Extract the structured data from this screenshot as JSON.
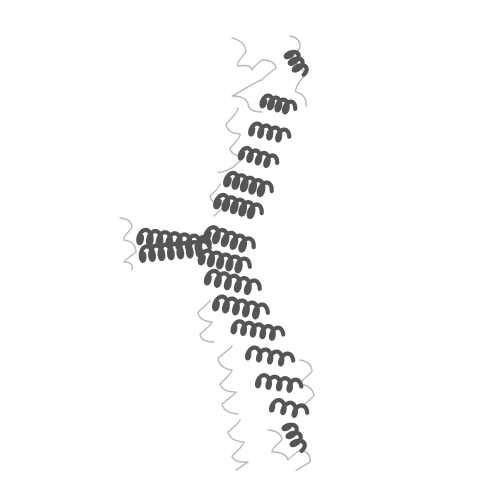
{
  "image": {
    "kind": "protein-ribbon-cartoon",
    "background_color": "#ffffff"
  },
  "chains": [
    {
      "name_id": "chain-a",
      "color": "#e8741c",
      "region": "upper"
    },
    {
      "name_id": "chain-b",
      "color": "#1aa88c",
      "region": "lower"
    }
  ],
  "coil_color": "#b8b8b8",
  "outline_color": "#555555"
}
